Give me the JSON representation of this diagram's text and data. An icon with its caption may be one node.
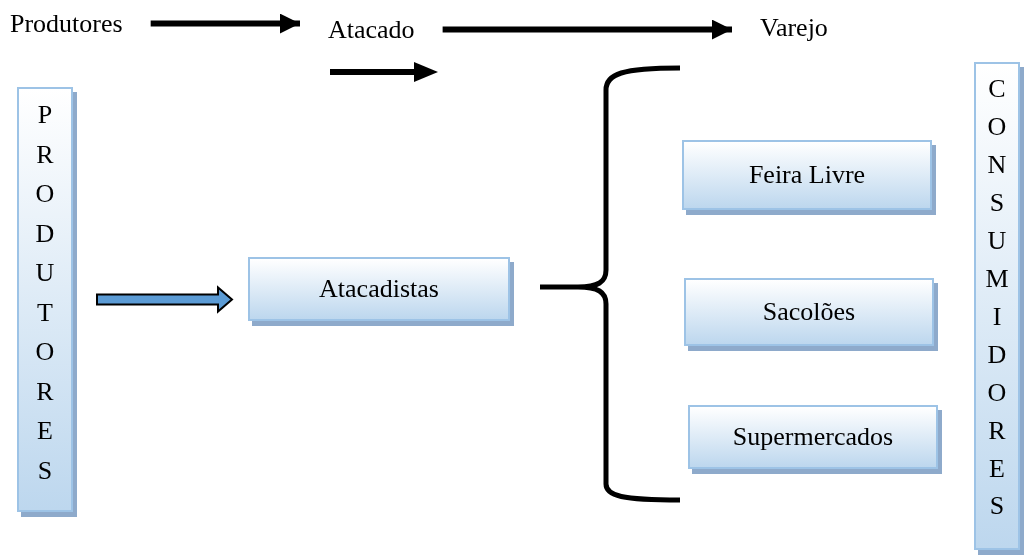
{
  "diagram": {
    "nodes": [
      {
        "text": [
          "Produtores"
        ]
      },
      {
        "text": [
          "Atacado"
        ]
      },
      {
        "text": [
          "Varejo"
        ]
      },
      {
        "text": [
          "PRODUTORES"
        ]
      },
      {
        "text": [
          "Atacadistas"
        ]
      },
      {
        "text": [
          "Feira Livre"
        ]
      },
      {
        "text": [
          "Sacolões"
        ]
      },
      {
        "text": [
          "Supermercados"
        ]
      },
      {
        "text": [
          "CONSUMIDORES"
        ]
      }
    ],
    "edges": [
      {
        "from": 0,
        "to": 1,
        "arrow": "to"
      },
      {
        "from": 1,
        "to": 2,
        "arrow": "to"
      },
      {
        "from": 3,
        "to": 4,
        "arrow": "to",
        "style": "thick",
        "color": "#5b9bd5"
      }
    ]
  }
}
